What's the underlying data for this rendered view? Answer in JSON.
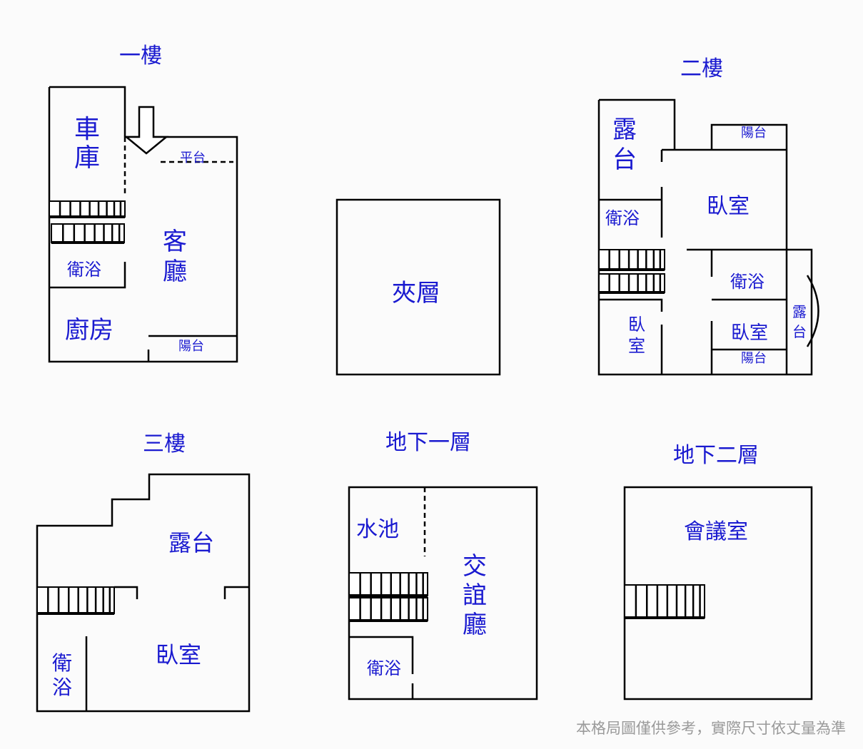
{
  "colors": {
    "label": "#1a1ad0",
    "wall": "#000000",
    "footer": "#9a9a9a"
  },
  "floor1": {
    "title": "一樓",
    "garage": [
      "車",
      "庫"
    ],
    "platform": "平台",
    "living": [
      "客",
      "廳"
    ],
    "bath": "衛浴",
    "kitchen": "廚房",
    "balcony": "陽台"
  },
  "mezzanine": {
    "label": "夾層"
  },
  "floor2": {
    "title": "二樓",
    "terrace": [
      "露",
      "台"
    ],
    "balcony_top": "陽台",
    "bedroom_main": "臥室",
    "bath_left": "衛浴",
    "bath_right": "衛浴",
    "bedroom_left": [
      "臥",
      "室"
    ],
    "bedroom_right": "臥室",
    "terrace_right": [
      "露",
      "台"
    ],
    "balcony_bottom": "陽台"
  },
  "floor3": {
    "title": "三樓",
    "terrace": "露台",
    "bedroom": "臥室",
    "bath": [
      "衛",
      "浴"
    ]
  },
  "basement1": {
    "title": "地下一層",
    "pool": "水池",
    "lounge": [
      "交",
      "誼",
      "廳"
    ],
    "bath": "衛浴"
  },
  "basement2": {
    "title": "地下二層",
    "meeting": "會議室"
  },
  "footer": "本格局圖僅供參考，實際尺寸依丈量為準"
}
